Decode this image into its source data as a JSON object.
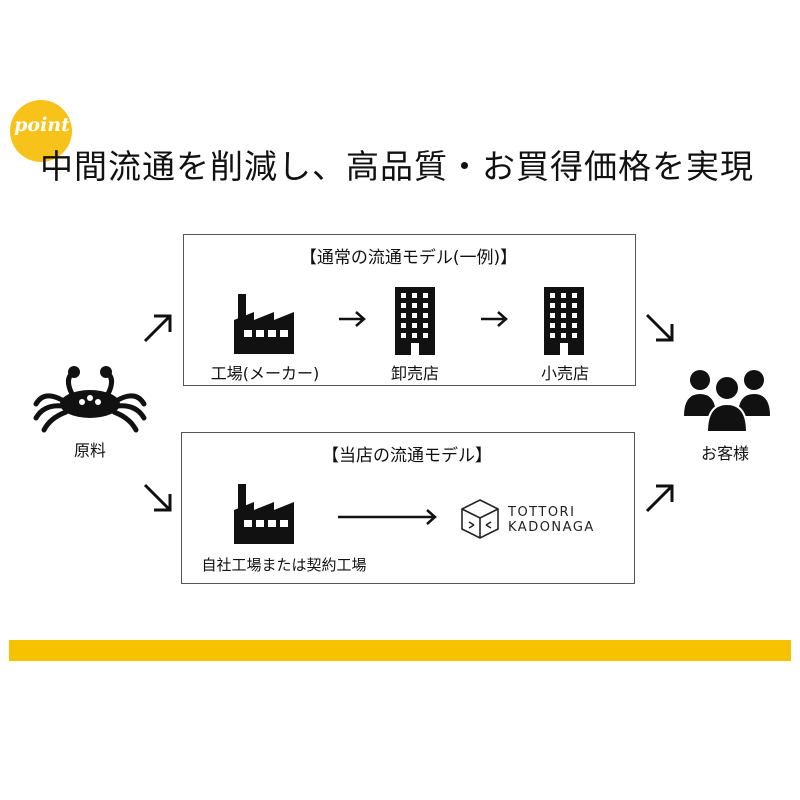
{
  "badge": {
    "text": "point",
    "color": "#f7c31a"
  },
  "headline": "中間流通を削減し、高品質・お買得価格を実現",
  "left": {
    "icon": "crab-icon",
    "label": "原料"
  },
  "right": {
    "icon": "customers-icon",
    "label": "お客様"
  },
  "normal_flow": {
    "title": "【通常の流通モデル(一例)】",
    "steps": [
      {
        "icon": "factory-icon",
        "label": "工場(メーカー)"
      },
      {
        "icon": "building-icon",
        "label": "卸売店"
      },
      {
        "icon": "building-icon",
        "label": "小売店"
      }
    ]
  },
  "our_flow": {
    "title": "【当店の流通モデル】",
    "factory": {
      "icon": "factory-icon",
      "label": "自社工場または契約工場"
    },
    "brand": {
      "icon": "tottori-kadonaga-logo",
      "line1": "TOTTORI",
      "line2": "KADONAGA"
    }
  },
  "accent_color": "#f7c300"
}
